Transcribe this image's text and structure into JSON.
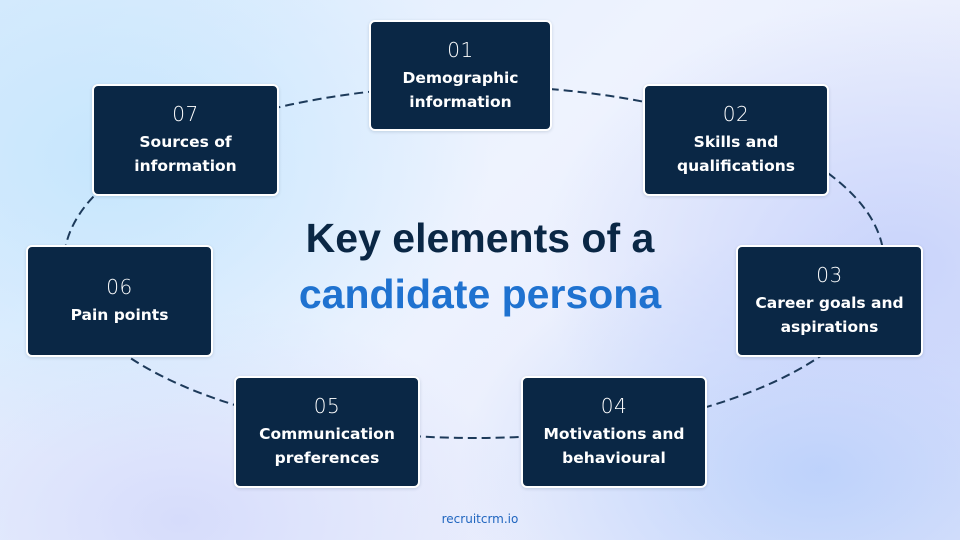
{
  "diagram": {
    "title_line1": "Key elements of a",
    "title_line2": "candidate persona",
    "colors": {
      "box_fill": "#0a2745",
      "box_border": "#ffffff",
      "box_text": "#ffffff",
      "title_dark": "#0a2745",
      "title_accent": "#1f72d0",
      "connector": "#1d3a5a",
      "footer": "#1f65bf"
    },
    "nodes": [
      {
        "number": "01",
        "label_line1": "Demographic",
        "label_line2": "information"
      },
      {
        "number": "02",
        "label_line1": "Skills and",
        "label_line2": "qualifications"
      },
      {
        "number": "03",
        "label_line1": "Career goals and",
        "label_line2": "aspirations"
      },
      {
        "number": "04",
        "label_line1": "Motivations and",
        "label_line2": "behavioural"
      },
      {
        "number": "05",
        "label_line1": "Communication",
        "label_line2": "preferences"
      },
      {
        "number": "06",
        "label_line1": "Pain points",
        "label_line2": ""
      },
      {
        "number": "07",
        "label_line1": "Sources of",
        "label_line2": "information"
      }
    ],
    "connector_style": "dashed elliptical loop"
  },
  "footer": {
    "brand": "recruitcrm.io"
  }
}
